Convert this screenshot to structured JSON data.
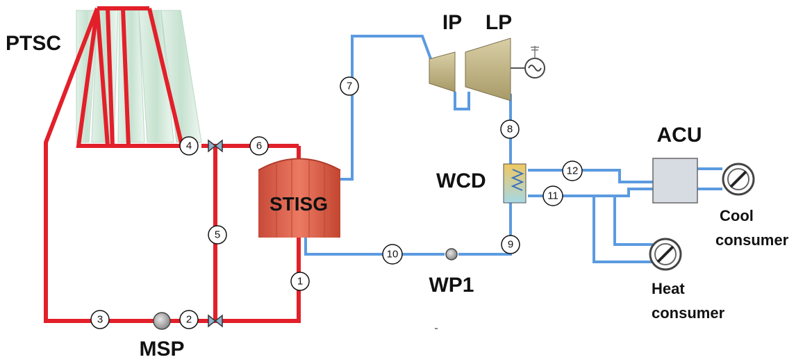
{
  "labels": {
    "ptsc": "PTSC",
    "stisg": "STISG",
    "msp": "MSP",
    "ip": "IP",
    "lp": "LP",
    "wcd": "WCD",
    "acu": "ACU",
    "wp1": "WP1",
    "cool_consumer_line1": "Cool",
    "cool_consumer_line2": "consumer",
    "heat_consumer_line1": "Heat",
    "heat_consumer_line2": "consumer"
  },
  "state_points": [
    "1",
    "2",
    "3",
    "4",
    "5",
    "6",
    "7",
    "8",
    "9",
    "10",
    "11",
    "12"
  ],
  "colors": {
    "hot_loop": "#e2202a",
    "water_loop": "#5b9be0",
    "stisg": "#d9614c",
    "turbine": "#c8b98a"
  }
}
